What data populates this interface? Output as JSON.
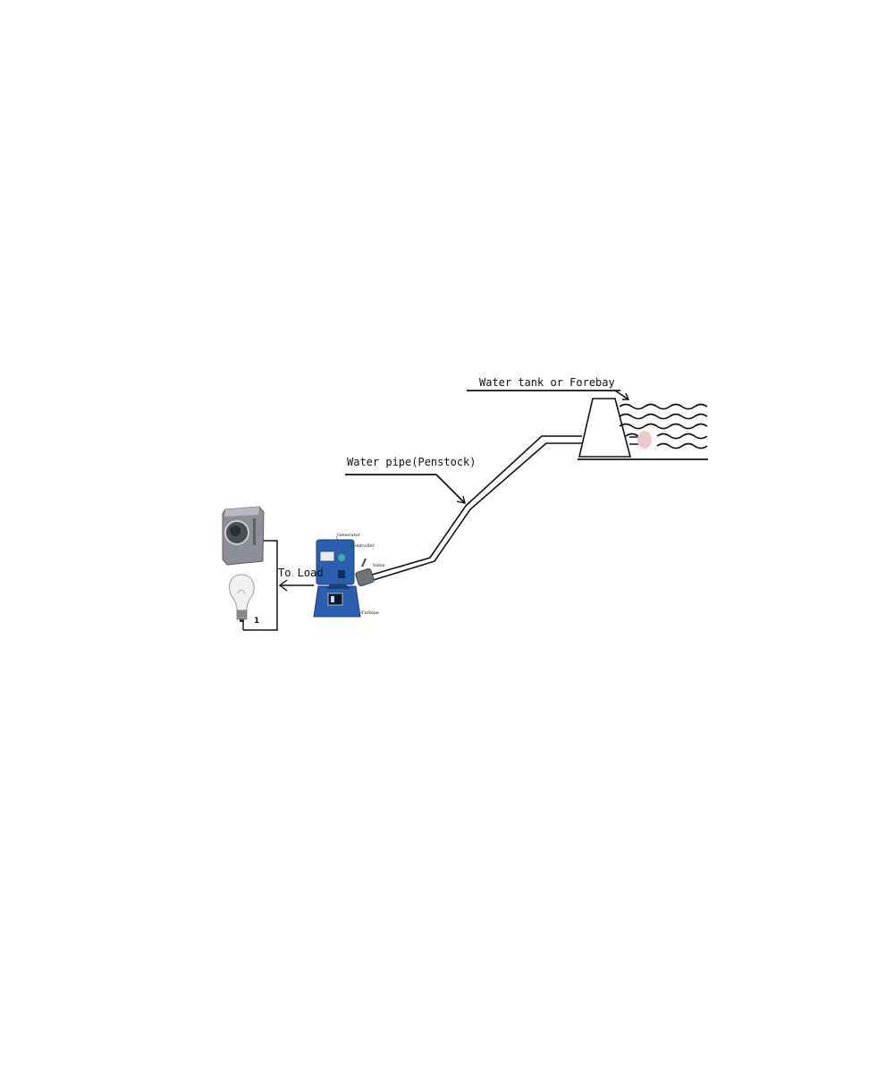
{
  "labels": {
    "forebay": "Water tank or Forebay",
    "penstock": "Water pipe(Penstock)",
    "to_load": "To Load",
    "generator": "Generator",
    "controller": "Controller",
    "valve": "Valve",
    "turbine": "Turbine",
    "load_number": "1"
  },
  "colors": {
    "line": "#111111",
    "turbine_blue": "#2a5fb0",
    "turbine_dark": "#1c3f80",
    "appliance_grey": "#8c9096",
    "water_blob": "#e8c9cc"
  }
}
